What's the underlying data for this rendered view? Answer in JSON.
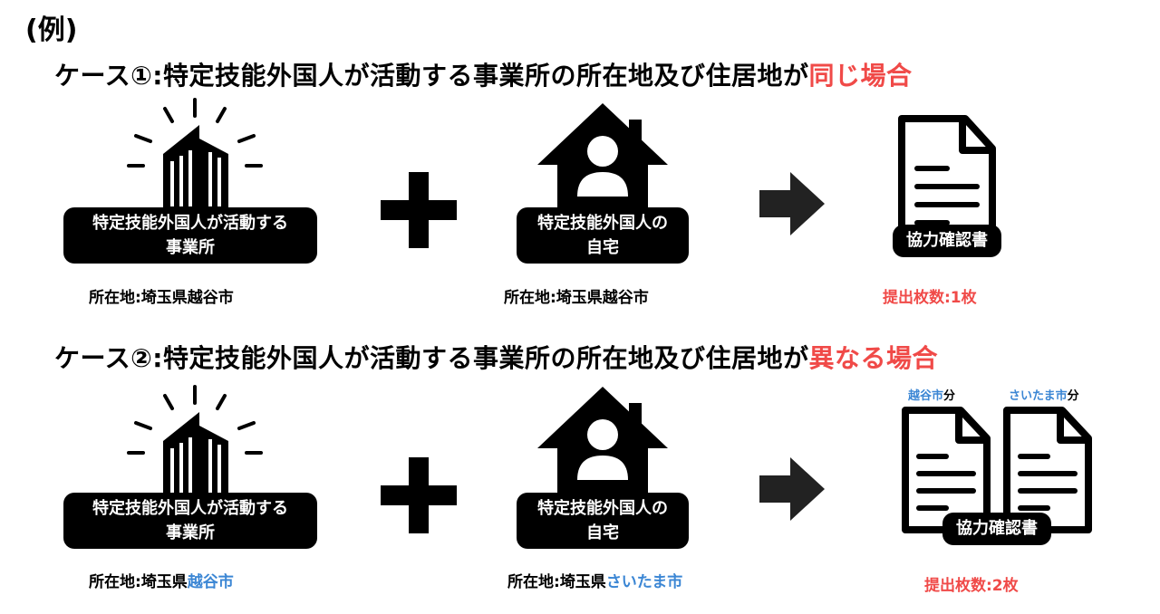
{
  "example_label": "(例)",
  "case1": {
    "title": "ケース①:特定技能外国人が活動する事業所の所在地及び住居地が",
    "title_highlight": "同じ場合",
    "office_label_line1": "特定技能外国人が活動する",
    "office_label_line2": "事業所",
    "office_location_prefix": "所在地:埼玉県越谷市",
    "home_label_line1": "特定技能外国人の",
    "home_label_line2": "自宅",
    "home_location_prefix": "所在地:埼玉県越谷市",
    "document_label": "協力確認書",
    "count_text": "提出枚数:1枚"
  },
  "case2": {
    "title": "ケース②:特定技能外国人が活動する事業所の所在地及び住居地が",
    "title_highlight": "異なる場合",
    "office_label_line1": "特定技能外国人が活動する",
    "office_label_line2": "事業所",
    "office_location_prefix": "所在地:埼玉県",
    "office_location_city": "越谷市",
    "home_label_line1": "特定技能外国人の",
    "home_label_line2": "自宅",
    "home_location_prefix": "所在地:埼玉県",
    "home_location_city": "さいたま市",
    "doc1_city": "越谷市",
    "doc1_suffix": "分",
    "doc2_city": "さいたま市",
    "doc2_suffix": "分",
    "document_label": "協力確認書",
    "count_text": "提出枚数:2枚"
  },
  "colors": {
    "highlight_red": "#f04a48",
    "city_blue": "#3b86d4",
    "icon": "#000000",
    "arrow": "#222222"
  },
  "icons": [
    "office-building-icon",
    "plus-icon",
    "home-person-icon",
    "arrow-right-icon",
    "document-icon"
  ]
}
